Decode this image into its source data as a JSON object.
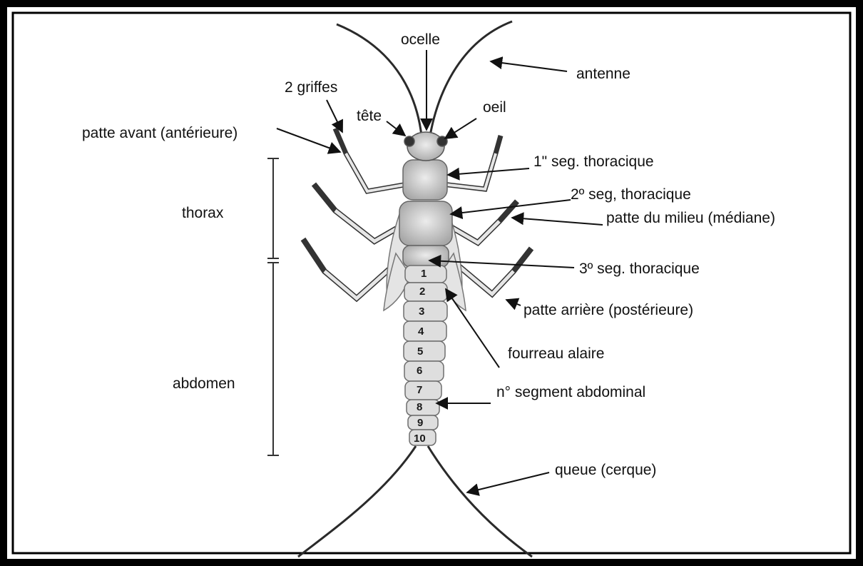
{
  "labels": {
    "ocelle": "ocelle",
    "antenne": "antenne",
    "griffes": "2 griffes",
    "tete": "tête",
    "oeil": "oeil",
    "patte_avant": "patte avant (antérieure)",
    "seg1": "1\" seg. thoracique",
    "thorax": "thorax",
    "seg2": "2º seg, thoracique",
    "patte_milieu": "patte du milieu (médiane)",
    "seg3": "3º seg. thoracique",
    "patte_arriere": "patte arrière (postérieure)",
    "fourreau": "fourreau alaire",
    "abdomen": "abdomen",
    "segment_abdominal": "n° segment abdominal",
    "queue": "queue (cerque)"
  },
  "abdominal_segments": [
    "1",
    "2",
    "3",
    "4",
    "5",
    "6",
    "7",
    "8",
    "9",
    "10"
  ],
  "colors": {
    "frame": "#000000",
    "ink": "#1a1a1a",
    "body_fill": "#d9d9d9",
    "body_dark": "#9a9a9a"
  }
}
